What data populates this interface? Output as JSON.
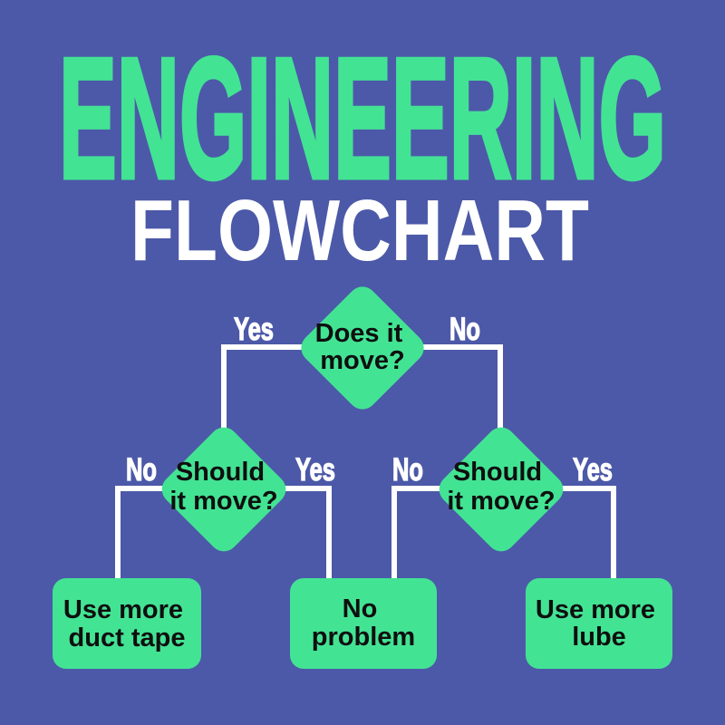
{
  "colors": {
    "background": "#4c59a8",
    "green": "#43e394",
    "line_white": "#ffffff",
    "node_text": "#0f0f0f",
    "title_green": "#43e394",
    "subtitle_white": "#ffffff"
  },
  "title": {
    "line1": "ENGINEERING",
    "line2": "FLOWCHART"
  },
  "flowchart": {
    "decisions": {
      "does_it_move": {
        "line1": "Does it",
        "line2": "move?"
      },
      "should_it_move_left": {
        "line1": "Should",
        "line2": "it move?"
      },
      "should_it_move_right": {
        "line1": "Should",
        "line2": "it move?"
      }
    },
    "terminals": {
      "duct_tape": {
        "line1": "Use more",
        "line2": "duct tape"
      },
      "no_problem": {
        "line1": "No",
        "line2": "problem"
      },
      "lube": {
        "line1": "Use more",
        "line2": "lube"
      }
    },
    "branch_labels": {
      "top_yes": "Yes",
      "top_no": "No",
      "left_no": "No",
      "left_yes": "Yes",
      "right_no": "No",
      "right_yes": "Yes"
    }
  }
}
